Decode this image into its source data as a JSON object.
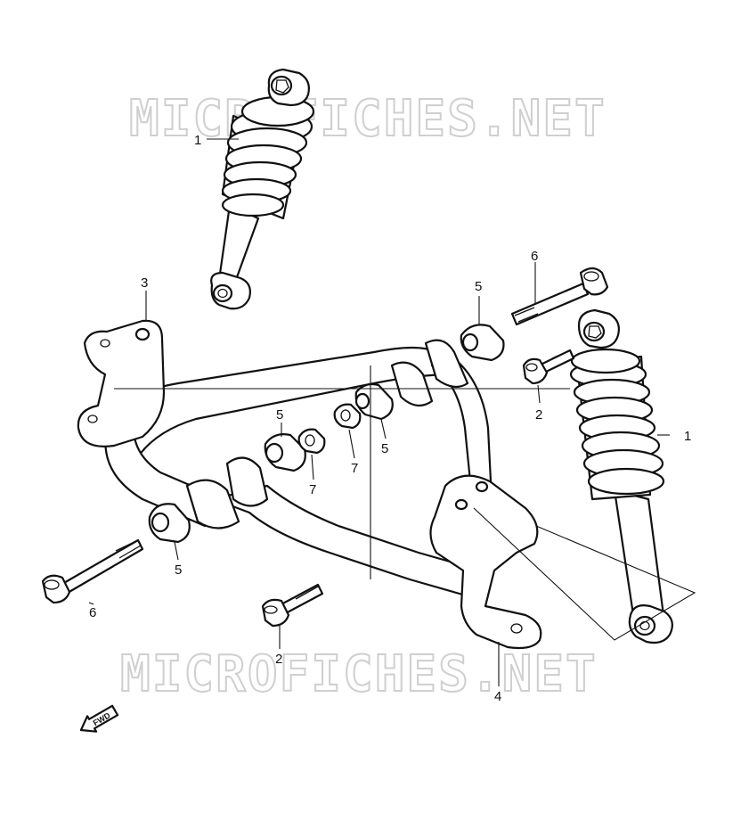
{
  "watermark": {
    "top_text": "MICROFICHES.NET",
    "bottom_text": "MICROFICHES.NET",
    "color": "#cfcfcf"
  },
  "direction_marker": {
    "label": "FWD",
    "icon": "arrow-left-icon"
  },
  "callouts": {
    "shock_absorber_top": "1",
    "shock_absorber_right": "1",
    "bolt_right_upper": "2",
    "bolt_bottom": "2",
    "bracket_left": "3",
    "bracket_bottom": "4",
    "bushing_upper_right": "5",
    "bushing_mid_upper": "5",
    "bushing_center": "5",
    "bushing_lower_left": "5",
    "long_bolt_upper": "6",
    "long_bolt_lower": "6",
    "collar_center": "7",
    "collar_upper": "7"
  }
}
